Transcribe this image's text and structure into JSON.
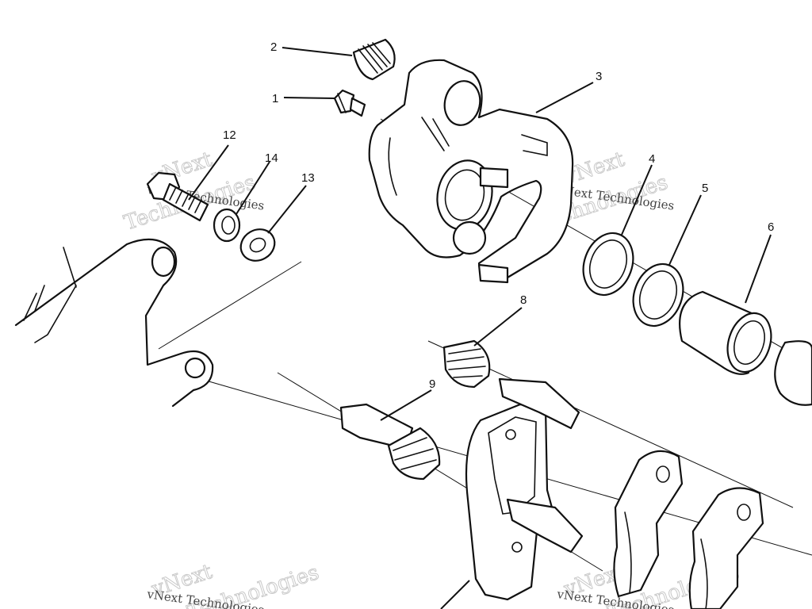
{
  "diagram": {
    "callouts": [
      "1",
      "2",
      "3",
      "4",
      "5",
      "6",
      "8",
      "9",
      "12",
      "13",
      "14"
    ]
  },
  "watermark": {
    "brand": "vNext",
    "word": "Technologies",
    "caption": "vNext Technologies"
  },
  "colors": {
    "line": "#111111",
    "background": "#ffffff",
    "watermark": "#c9c9c9"
  }
}
